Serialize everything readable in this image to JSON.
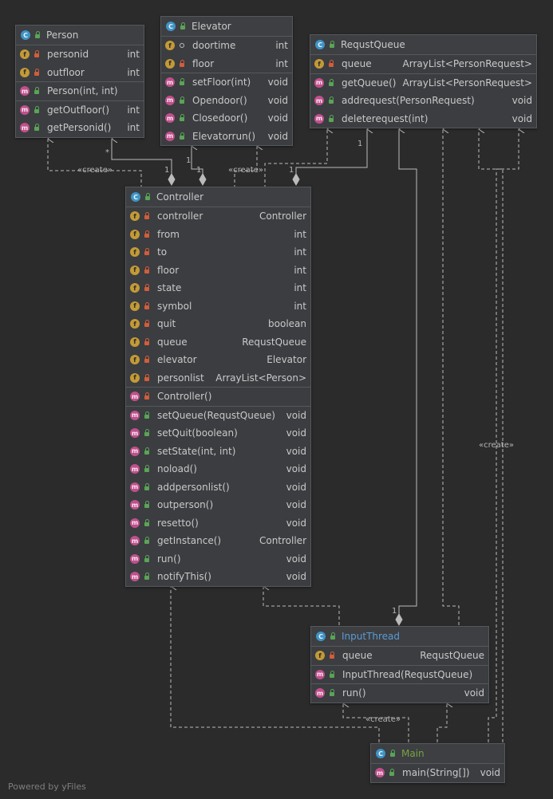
{
  "classes": {
    "person": {
      "name": "Person",
      "fields": [
        {
          "name": "personid",
          "type": "int"
        },
        {
          "name": "outfloor",
          "type": "int"
        }
      ],
      "constructors": [
        {
          "name": "Person(int, int)",
          "type": ""
        }
      ],
      "methods": [
        {
          "name": "getOutfloor()",
          "type": "int"
        },
        {
          "name": "getPersonid()",
          "type": "int"
        }
      ]
    },
    "elevator": {
      "name": "Elevator",
      "fields": [
        {
          "name": "doortime",
          "type": "int"
        },
        {
          "name": "floor",
          "type": "int"
        }
      ],
      "methods": [
        {
          "name": "setFloor(int)",
          "type": "void"
        },
        {
          "name": "Opendoor()",
          "type": "void"
        },
        {
          "name": "Closedoor()",
          "type": "void"
        },
        {
          "name": "Elevatorrun()",
          "type": "void"
        }
      ]
    },
    "queue": {
      "name": "RequstQueue",
      "fields": [
        {
          "name": "queue",
          "type": "ArrayList<PersonRequest>"
        }
      ],
      "methods": [
        {
          "name": "getQueue()",
          "type": "ArrayList<PersonRequest>"
        },
        {
          "name": "addrequest(PersonRequest)",
          "type": "void"
        },
        {
          "name": "deleterequest(int)",
          "type": "void"
        }
      ]
    },
    "controller": {
      "name": "Controller",
      "fields": [
        {
          "name": "controller",
          "type": "Controller"
        },
        {
          "name": "from",
          "type": "int"
        },
        {
          "name": "to",
          "type": "int"
        },
        {
          "name": "floor",
          "type": "int"
        },
        {
          "name": "state",
          "type": "int"
        },
        {
          "name": "symbol",
          "type": "int"
        },
        {
          "name": "quit",
          "type": "boolean"
        },
        {
          "name": "queue",
          "type": "RequstQueue"
        },
        {
          "name": "elevator",
          "type": "Elevator"
        },
        {
          "name": "personlist",
          "type": "ArrayList<Person>"
        }
      ],
      "constructors": [
        {
          "name": "Controller()",
          "type": ""
        }
      ],
      "methods": [
        {
          "name": "setQueue(RequstQueue)",
          "type": "void"
        },
        {
          "name": "setQuit(boolean)",
          "type": "void"
        },
        {
          "name": "setState(int, int)",
          "type": "void"
        },
        {
          "name": "noload()",
          "type": "void"
        },
        {
          "name": "addpersonlist()",
          "type": "void"
        },
        {
          "name": "outperson()",
          "type": "void"
        },
        {
          "name": "resetto()",
          "type": "void"
        },
        {
          "name": "getInstance()",
          "type": "Controller"
        },
        {
          "name": "run()",
          "type": "void"
        },
        {
          "name": "notifyThis()",
          "type": "void"
        }
      ]
    },
    "inputthread": {
      "name": "InputThread",
      "fields": [
        {
          "name": "queue",
          "type": "RequstQueue"
        }
      ],
      "constructors": [
        {
          "name": "InputThread(RequstQueue)",
          "type": ""
        }
      ],
      "methods": [
        {
          "name": "run()",
          "type": "void"
        }
      ]
    },
    "main": {
      "name": "Main",
      "methods": [
        {
          "name": "main(String[])",
          "type": "void"
        }
      ]
    }
  },
  "labels": {
    "create1": "«create»",
    "create2": "«create»",
    "create3": "«create»",
    "create4": "«create»",
    "mult_star": "*",
    "mult_1a": "1",
    "mult_1b": "1",
    "mult_1c": "1",
    "mult_1d": "1",
    "mult_1e": "1",
    "mult_1f": "1"
  },
  "footer": "Powered by yFiles",
  "colors": {
    "background": "#2b2b2b",
    "class_fill": "#3b3d40",
    "class_badge": "#3e94c6",
    "field_badge": "#c39a36",
    "method_badge": "#c0508c",
    "public_lock": "#5aa457",
    "private_lock": "#d25d3a",
    "main_name": "#78a33e",
    "inputthread_name": "#5b9bd5"
  }
}
